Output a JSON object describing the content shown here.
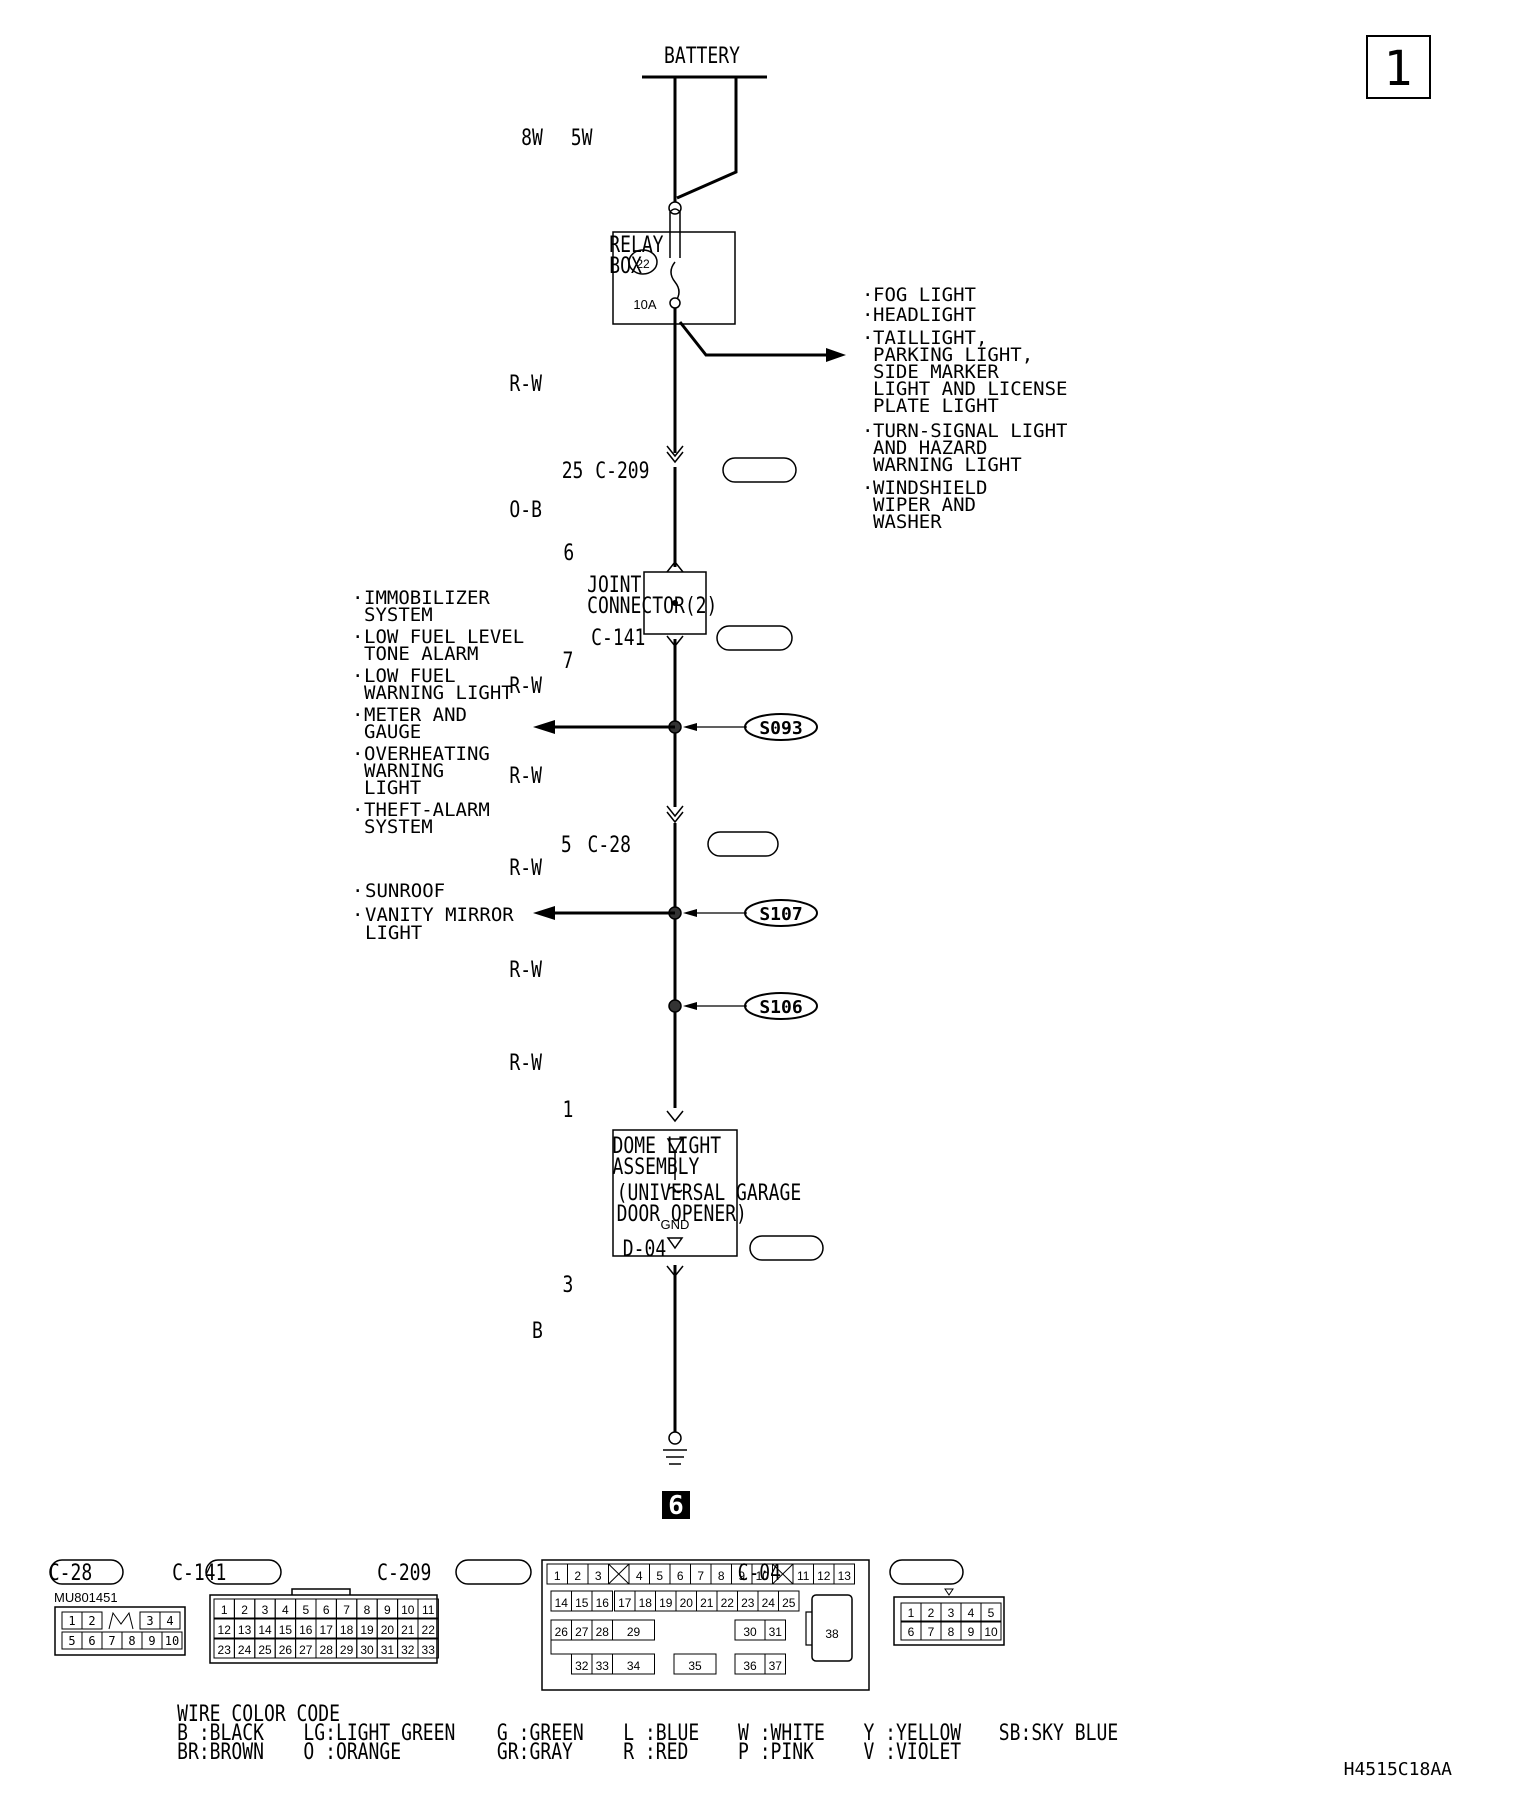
{
  "page_number": "1",
  "battery_label": "BATTERY",
  "fusible_links": [
    "8W",
    "5W"
  ],
  "relay_box": {
    "label_lines": [
      "RELAY",
      "BOX"
    ],
    "fuse_number": "22",
    "fuse_rating": "10A"
  },
  "relay_branch_targets": [
    [
      "FOG LIGHT"
    ],
    [
      "HEADLIGHT"
    ],
    [
      "TAILLIGHT,",
      "PARKING LIGHT,",
      "SIDE MARKER",
      "LIGHT AND LICENSE",
      "PLATE LIGHT"
    ],
    [
      "TURN-SIGNAL LIGHT",
      "AND HAZARD",
      "WARNING LIGHT"
    ],
    [
      "WINDSHIELD",
      "WIPER AND",
      "WASHER"
    ]
  ],
  "wires": {
    "relay_out": "R-W",
    "c209_out": "O-B",
    "joint_out": "R-W",
    "s093_out": "R-W",
    "c28_out": "R-W",
    "s107_out": "R-W",
    "s106_out": "R-W",
    "ground": "B"
  },
  "c209_pin": "25",
  "joint_connector": {
    "label_lines": [
      "JOINT",
      "CONNECTOR(2)"
    ],
    "code": "C-141",
    "pin_in": "6",
    "pin_out": "7"
  },
  "splices": {
    "s093": "S093",
    "s107": "S107",
    "s106": "S106"
  },
  "s093_targets": [
    [
      "IMMOBILIZER",
      "SYSTEM"
    ],
    [
      "LOW FUEL LEVEL",
      "TONE ALARM"
    ],
    [
      "LOW FUEL",
      "WARNING LIGHT"
    ],
    [
      "METER AND",
      "GAUGE"
    ],
    [
      "OVERHEATING",
      "WARNING",
      "LIGHT"
    ],
    [
      "THEFT-ALARM",
      "SYSTEM"
    ]
  ],
  "c28_pin": "5",
  "s107_targets": [
    [
      "SUNROOF"
    ],
    [
      "VANITY MIRROR",
      "LIGHT"
    ]
  ],
  "dome_light": {
    "label_lines": [
      "DOME LIGHT",
      "ASSEMBLY",
      "(UNIVERSAL GARAGE",
      " DOOR OPENER)"
    ],
    "code": "D-04",
    "pin_in": "1",
    "pin_out": "3",
    "gnd_label": "GND"
  },
  "ground_number": "6",
  "connectors": {
    "c28": {
      "code": "C-28",
      "part_number": "MU801451",
      "rows": [
        [
          "1",
          "2",
          "",
          "3",
          "4"
        ],
        [
          "5",
          "6",
          "7",
          "8",
          "9",
          "10"
        ]
      ]
    },
    "c141": {
      "code": "C-141",
      "rows": [
        [
          "1",
          "2",
          "3",
          "4",
          "5",
          "6",
          "7",
          "8",
          "9",
          "10",
          "11"
        ],
        [
          "12",
          "13",
          "14",
          "15",
          "16",
          "17",
          "18",
          "19",
          "20",
          "21",
          "22"
        ],
        [
          "23",
          "24",
          "25",
          "26",
          "27",
          "28",
          "29",
          "30",
          "31",
          "32",
          "33"
        ]
      ]
    },
    "c209": {
      "code": "C-209",
      "row1": [
        "1",
        "2",
        "3",
        "",
        "4",
        "5",
        "6",
        "7",
        "8",
        "9",
        "10",
        "",
        "11",
        "12",
        "13"
      ],
      "row2": [
        "14",
        "15",
        "16",
        "17",
        "18",
        "19",
        "20",
        "21",
        "22",
        "23",
        "24",
        "25"
      ],
      "row3": [
        "26",
        "27",
        "28",
        "29",
        "30",
        "31"
      ],
      "row4": [
        "32",
        "33",
        "34",
        "35",
        "36",
        "37"
      ],
      "big_pin": "38"
    },
    "c04": {
      "code": "C-04",
      "rows": [
        [
          "1",
          "2",
          "3",
          "4",
          "5"
        ],
        [
          "6",
          "7",
          "8",
          "9",
          "10"
        ]
      ]
    }
  },
  "wire_color_code": {
    "title": "WIRE COLOR CODE",
    "columns": [
      [
        "B :BLACK",
        "BR:BROWN"
      ],
      [
        "LG:LIGHT GREEN",
        "O :ORANGE"
      ],
      [
        "G :GREEN",
        "GR:GRAY"
      ],
      [
        "L :BLUE",
        "R :RED"
      ],
      [
        "W :WHITE",
        "P :PINK"
      ],
      [
        "Y :YELLOW",
        "V :VIOLET"
      ],
      [
        "SB:SKY BLUE"
      ]
    ]
  },
  "figure_code": "H4515C18AA"
}
